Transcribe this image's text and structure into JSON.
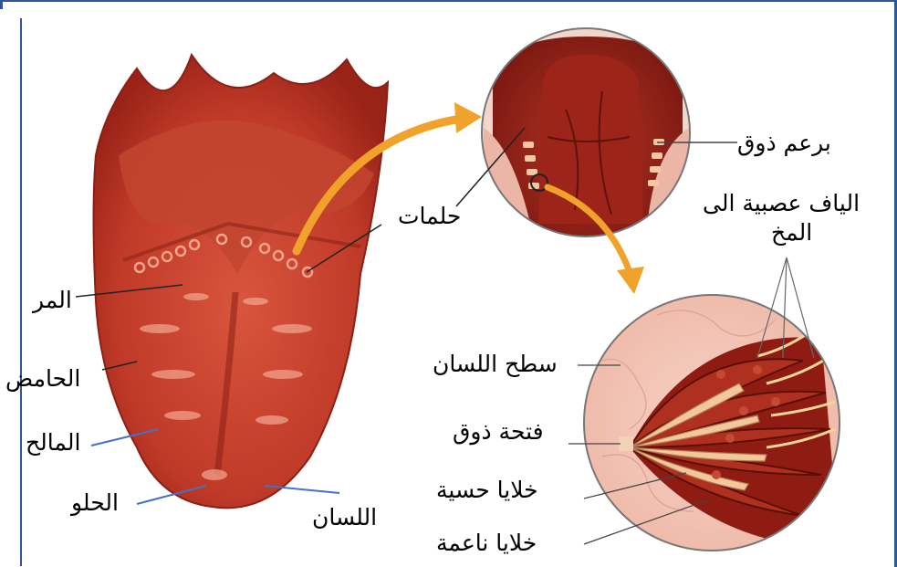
{
  "labels": {
    "papillae": "حلمات",
    "taste_bud": "برعم ذوق",
    "nerve_fibers_line1": "الياف عصبية الى",
    "nerve_fibers_line2": "المخ",
    "bitter": "المر",
    "sour": "الحامض",
    "salty": "المالح",
    "sweet": "الحلو",
    "tongue": "اللسان",
    "tongue_surface": "سطح اللسان",
    "taste_pore": "فتحة ذوق",
    "sensory_cells": "خلايا حسية",
    "supporting_cells": "خلايا ناعمة"
  },
  "colors": {
    "frame": "#2f5597",
    "leader_blue": "#4472c4",
    "arrow": "#f0a22a",
    "tongue_dark": "#a8231a",
    "tongue_mid": "#c9402c",
    "tongue_light": "#e2705a",
    "tissue_pink": "#f3c2b4"
  }
}
